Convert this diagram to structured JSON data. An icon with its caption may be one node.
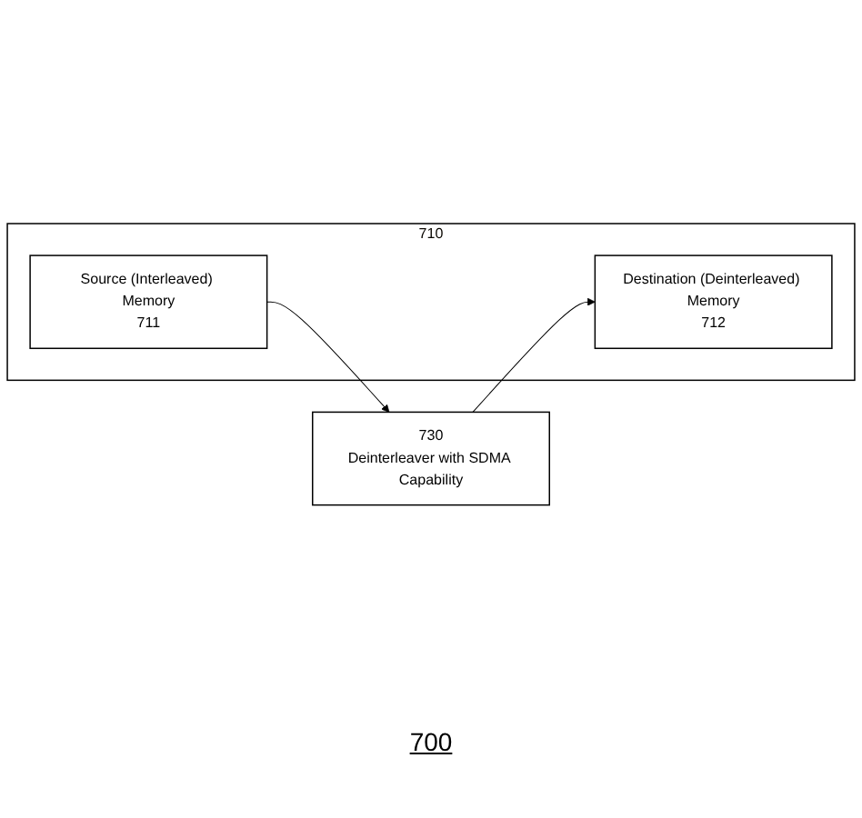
{
  "diagram": {
    "nodes": [
      {
        "text": [
          "710"
        ]
      },
      {
        "text": [
          "Source (Interleaved) Memory",
          "711"
        ],
        "in": 0
      },
      {
        "text": [
          "Destination (Deinterleaved) Memory",
          "712"
        ],
        "in": 0
      },
      {
        "text": [
          "730",
          "Deinterleaver with SDMA Capability"
        ]
      }
    ],
    "edges": [
      {
        "from": 1,
        "to": 3,
        "arrow": "to"
      },
      {
        "from": 3,
        "to": 2,
        "arrow": "to"
      }
    ],
    "labels": [
      "700"
    ]
  }
}
